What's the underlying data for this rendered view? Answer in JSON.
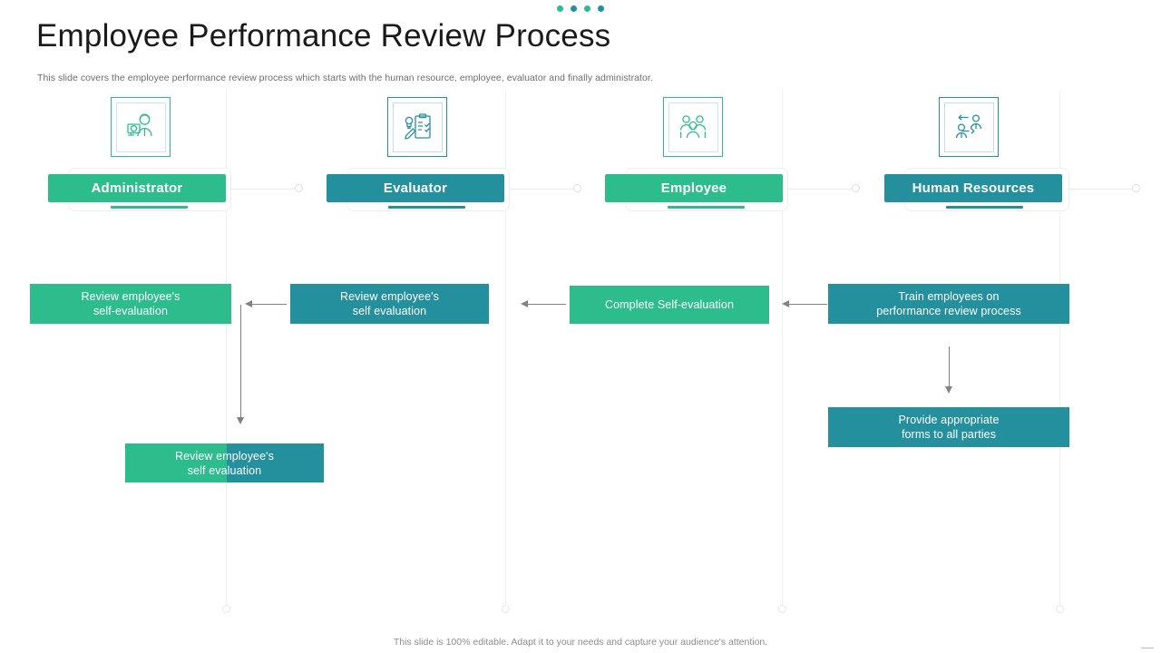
{
  "header": {
    "title": "Employee Performance Review Process",
    "subtitle": "This slide covers the employee performance review process which starts with the human resource, employee, evaluator and finally administrator."
  },
  "theme": {
    "green": "#2dbd8d",
    "teal": "#24909e",
    "green_dark": "#2bb084",
    "teal_dark": "#1f7f8c",
    "arrow": "#7f8386",
    "lane": "#eef1f2",
    "title_color": "#1a1a1a",
    "subtitle_color": "#6d6d6d",
    "footer_color": "#8d8d8d"
  },
  "top_dots": [
    {
      "color": "#2dbd8d"
    },
    {
      "color": "#24909e"
    },
    {
      "color": "#2dbd8d"
    },
    {
      "color": "#24909e"
    }
  ],
  "lanes": [
    {
      "id": "administrator",
      "label": "Administrator",
      "color": "#2dbd8d",
      "icon": "admin-person-gear-icon"
    },
    {
      "id": "evaluator",
      "label": "Evaluator",
      "color": "#24909e",
      "icon": "clipboard-checklist-icon"
    },
    {
      "id": "employee",
      "label": "Employee",
      "color": "#2dbd8d",
      "icon": "people-group-icon"
    },
    {
      "id": "human-resources",
      "label": "Human Resources",
      "color": "#24909e",
      "icon": "two-people-exchange-icon"
    }
  ],
  "process_boxes": [
    {
      "id": "admin-review",
      "lane": "administrator",
      "line1": "Review employee's",
      "line2": "self-evaluation",
      "color": "#2dbd8d"
    },
    {
      "id": "evaluator-review",
      "lane": "evaluator",
      "line1": "Review employee's",
      "line2": "self evaluation",
      "color": "#24909e"
    },
    {
      "id": "complete-self-evaluation",
      "lane": "employee",
      "line1": "Complete Self-evaluation",
      "line2": "",
      "color": "#2dbd8d"
    },
    {
      "id": "train-employees",
      "lane": "human-resources",
      "line1": "Train employees on",
      "line2": "performance review process",
      "color": "#24909e"
    },
    {
      "id": "admin-review-lower",
      "lane": "administrator",
      "line1": "Review employee's",
      "line2": "self evaluation",
      "color": "#2dbd8d",
      "color2": "#24909e"
    },
    {
      "id": "provide-forms",
      "lane": "human-resources",
      "line1": "Provide appropriate",
      "line2": "forms to all parties",
      "color": "#24909e"
    }
  ],
  "footer": {
    "note": "This slide is 100% editable. Adapt it to your needs and capture your audience's attention."
  }
}
